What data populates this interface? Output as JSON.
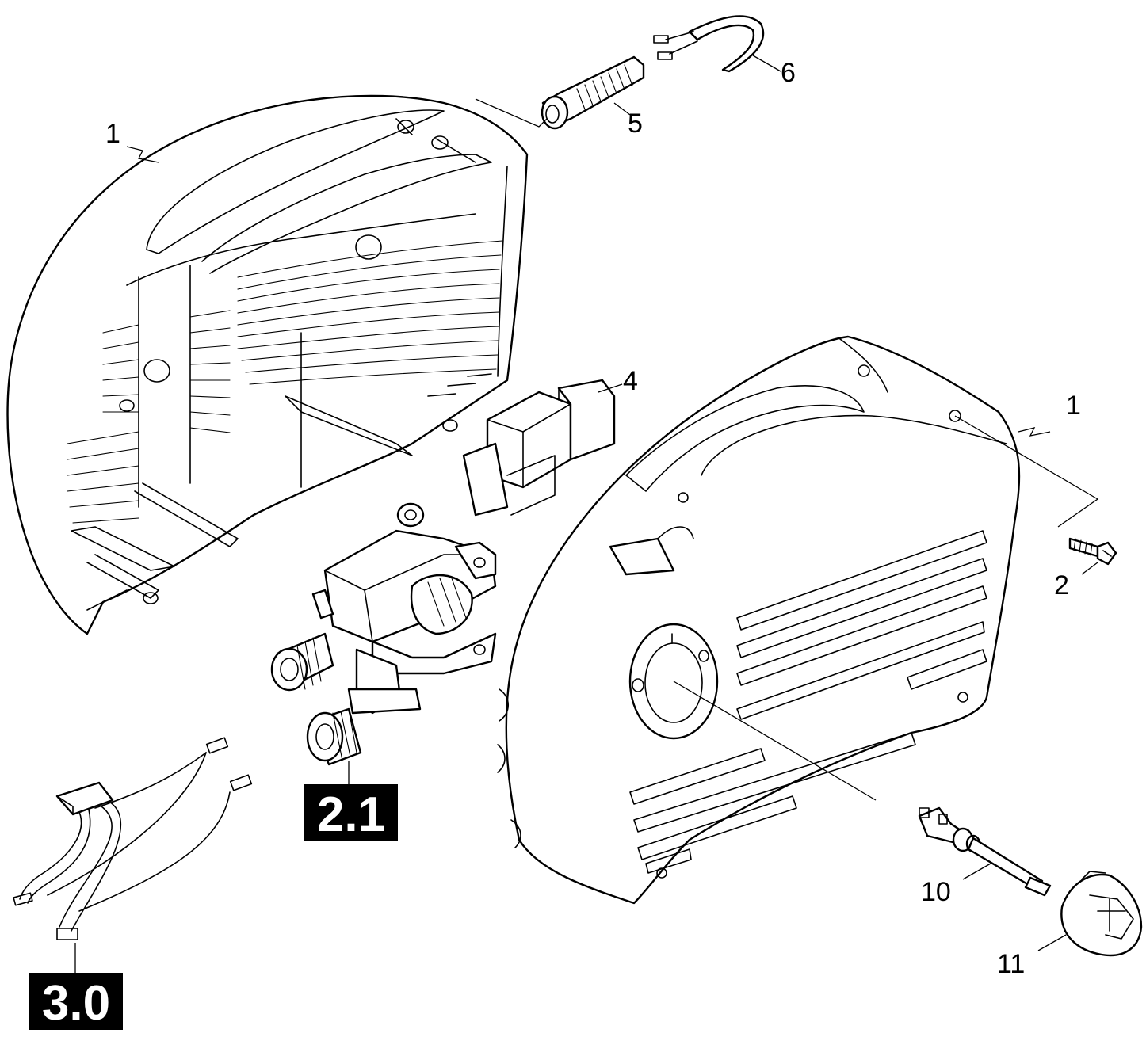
{
  "callouts": {
    "n1_left": "1",
    "n1_right": "1",
    "n2": "2",
    "n4": "4",
    "n5": "5",
    "n6": "6",
    "n10": "10",
    "n11": "11"
  },
  "references": {
    "ref_2_1": "2.1",
    "ref_3_0": "3.0"
  },
  "colors": {
    "line": "#000000",
    "background": "#ffffff",
    "badge": "#000000",
    "badge_text": "#ffffff"
  }
}
